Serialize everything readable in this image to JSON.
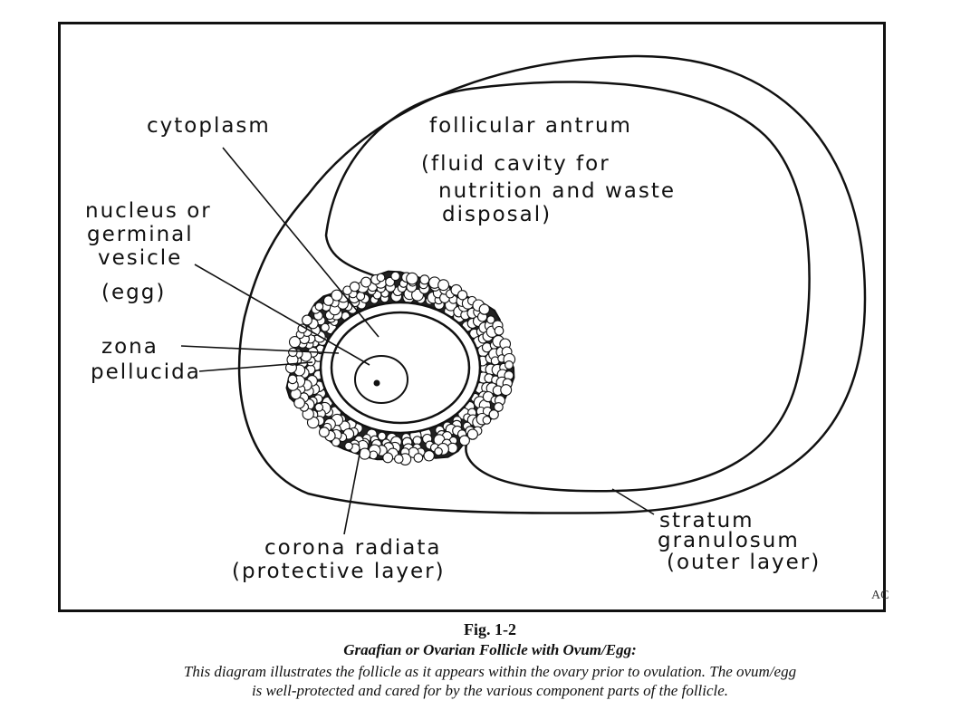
{
  "labels": {
    "cytoplasm": "cytoplasm",
    "follicular_antrum": [
      "follicular antrum",
      "(fluid cavity for",
      "nutrition and waste",
      "disposal)"
    ],
    "nucleus": [
      "nucleus or",
      "germinal",
      "vesicle",
      "(egg)"
    ],
    "zona_pellucida": [
      "zona",
      "pellucida"
    ],
    "stratum_granulosum": [
      "stratum",
      "granulosum",
      "(outer layer)"
    ],
    "corona_radiata": [
      "corona radiata",
      "(protective layer)"
    ]
  },
  "artist_initials": "AC",
  "caption": {
    "number": "Fig. 1-2",
    "title": "Graafian or Ovarian Follicle with Ovum/Egg:",
    "line1": "This diagram illustrates the follicle as it appears within the ovary prior to ovulation. The ovum/egg",
    "line2": "is well-protected and cared for by the various component parts of the follicle."
  },
  "colors": {
    "ink": "#111111",
    "paper": "#ffffff"
  }
}
